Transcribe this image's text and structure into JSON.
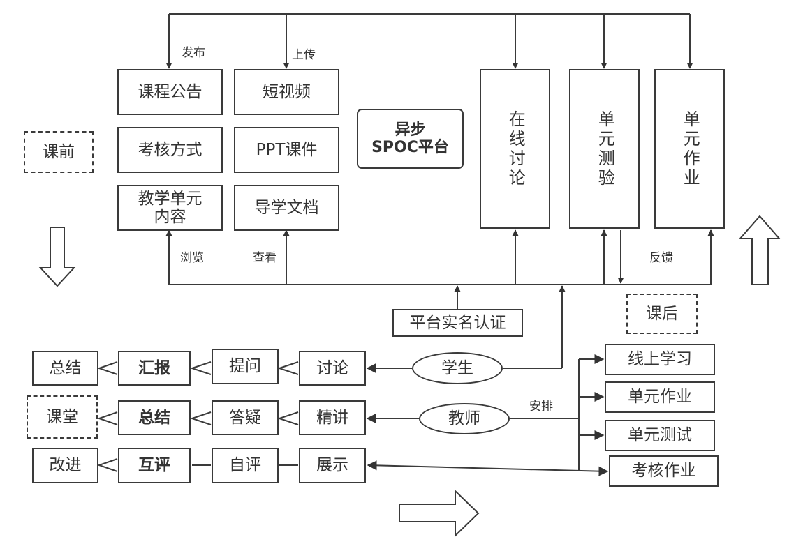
{
  "publish_label": "发布",
  "upload_label": "上传",
  "browse_label": "浏览",
  "view_label": "查看",
  "feedback_label": "反馈",
  "arrange_label": "安排",
  "phase_before": "课前",
  "phase_after": "课后",
  "phase_class": "课堂",
  "materials": {
    "announcement": "课程公告",
    "assessment_method": "考核方式",
    "unit_content": "教学单元\n内容",
    "short_video": "短视频",
    "ppt": "PPT课件",
    "study_guide": "导学文档"
  },
  "platform": "异步\nSPOC平台",
  "columns": {
    "discussion": "在线讨论",
    "unit_test": "单元测验",
    "unit_homework": "单元作业"
  },
  "verification": "平台实名认证",
  "student": "学生",
  "teacher": "教师",
  "student_flow": [
    "讨论",
    "提问",
    "汇报",
    "总结"
  ],
  "teacher_flow": [
    "精讲",
    "答疑",
    "总结"
  ],
  "show_flow": [
    "展示",
    "自评",
    "互评",
    "改进"
  ],
  "tasks": [
    "线上学习",
    "单元作业",
    "单元测试",
    "考核作业"
  ]
}
